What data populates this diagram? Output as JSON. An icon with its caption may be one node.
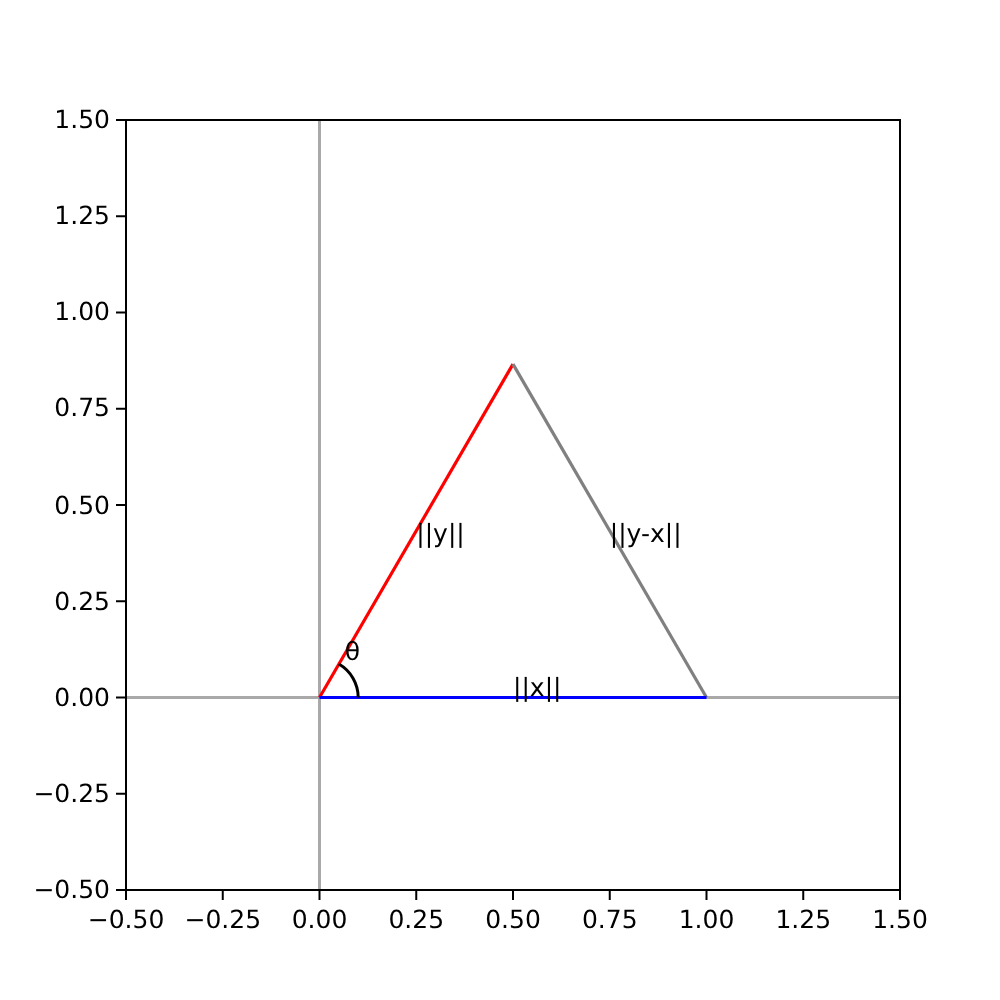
{
  "diagram": {
    "chart_data": {
      "type": "line",
      "x": [
        0,
        0.5,
        1
      ],
      "xlim": [
        -0.5,
        1.5
      ],
      "ylim": [
        -0.5,
        1.5
      ],
      "xticks": [
        {
          "value": -0.5,
          "label": "−0.50"
        },
        {
          "value": -0.25,
          "label": "−0.25"
        },
        {
          "value": 0,
          "label": "0.00"
        },
        {
          "value": 0.25,
          "label": "0.25"
        },
        {
          "value": 0.5,
          "label": "0.50"
        },
        {
          "value": 0.75,
          "label": "0.75"
        },
        {
          "value": 1,
          "label": "1.00"
        },
        {
          "value": 1.25,
          "label": "1.25"
        },
        {
          "value": 1.5,
          "label": "1.50"
        }
      ],
      "yticks": [
        {
          "value": -0.5,
          "label": "−0.50"
        },
        {
          "value": -0.25,
          "label": "−0.25"
        },
        {
          "value": 0,
          "label": "0.00"
        },
        {
          "value": 0.25,
          "label": "0.25"
        },
        {
          "value": 0.5,
          "label": "0.50"
        },
        {
          "value": 0.75,
          "label": "0.75"
        },
        {
          "value": 1,
          "label": "1.00"
        },
        {
          "value": 1.25,
          "label": "1.25"
        },
        {
          "value": 1.5,
          "label": "1.50"
        }
      ],
      "series": [
        {
          "color": "#ff0000",
          "values": [
            0,
            0.866,
            null
          ]
        },
        {
          "color": "#808080",
          "values": [
            null,
            0.866,
            0
          ]
        },
        {
          "color": "#0000ff",
          "values": [
            0,
            0,
            0
          ]
        }
      ],
      "annotations": [
        {
          "text": "||y||",
          "x": 0.25,
          "y": 0.4
        },
        {
          "text": "||y-x||",
          "x": 0.75,
          "y": 0.4
        },
        {
          "text": "||x||",
          "x": 0.5,
          "y": 0
        },
        {
          "text": "θ",
          "x": 0.065,
          "y": 0.09
        }
      ]
    }
  }
}
